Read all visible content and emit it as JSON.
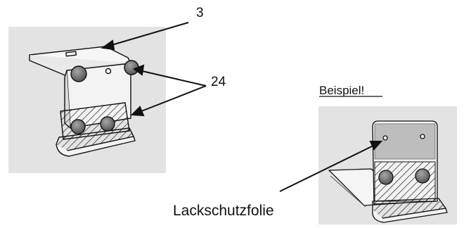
{
  "labels": {
    "part_number_3": "3",
    "part_number_24": "24",
    "example_heading": "Beispiel!",
    "paint_protection_film": "Lackschutzfolie"
  },
  "colors": {
    "panel_background": "#e3e3e3",
    "line": "#111111",
    "magnet_fill": "#707070",
    "film_fill": "#bdbdbd"
  }
}
